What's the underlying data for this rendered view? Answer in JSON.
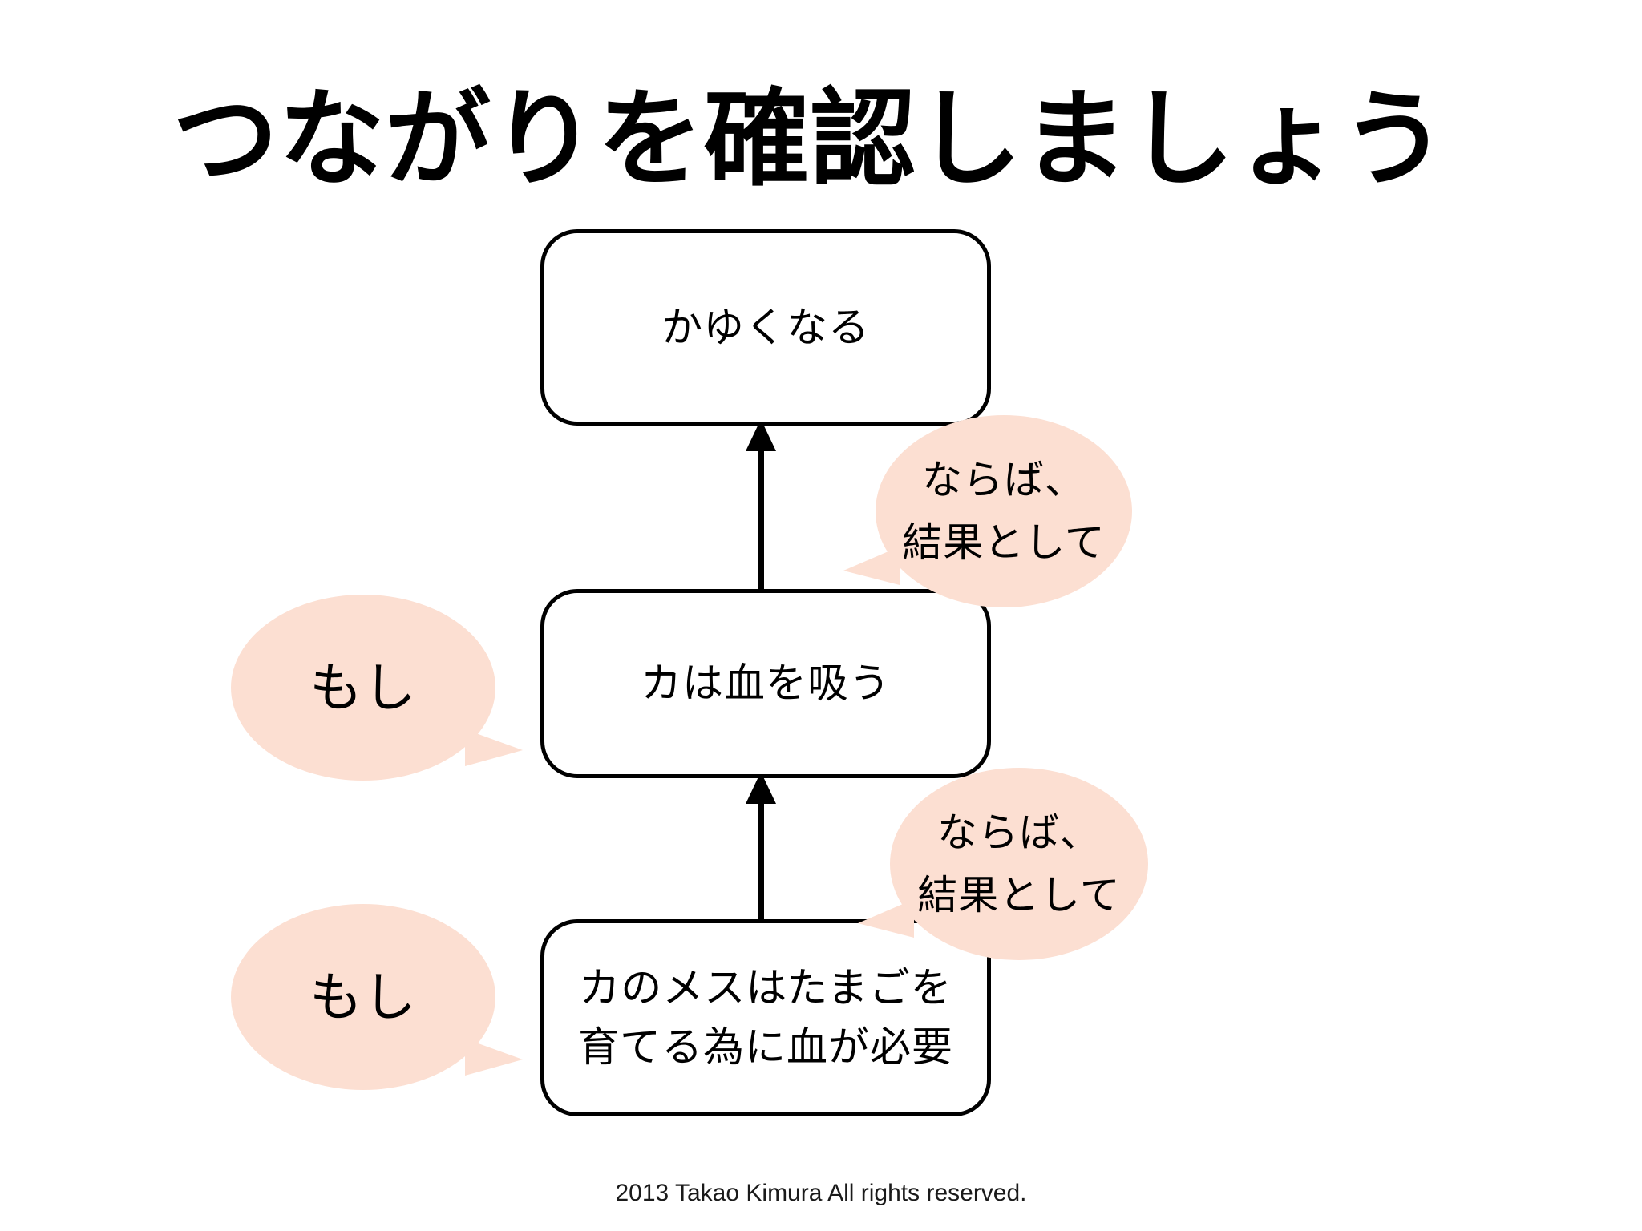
{
  "slide": {
    "title": "つながりを確認しましょう",
    "background_color": "#FFFFFF",
    "footer": "2013 Takao Kimura All rights reserved."
  },
  "colors": {
    "bubble_fill": "#FCDFD2",
    "box_stroke": "#000000",
    "text": "#000000"
  },
  "diagram": {
    "boxes": [
      {
        "id": "top",
        "label": "かゆくなる"
      },
      {
        "id": "middle",
        "label": "カは血を吸う"
      },
      {
        "id": "bottom",
        "label": "カのメスはたまごを\n育てる為に血が必要"
      }
    ],
    "arrows": [
      {
        "id": "bottom-to-middle",
        "direction": "up",
        "from": "bottom",
        "to": "middle"
      },
      {
        "id": "middle-to-top",
        "direction": "up",
        "from": "middle",
        "to": "top"
      }
    ],
    "bubbles": [
      {
        "id": "then-top",
        "label": "ならば、\n結果として",
        "side": "right"
      },
      {
        "id": "then-bottom",
        "label": "ならば、\n結果として",
        "side": "right"
      },
      {
        "id": "if-top",
        "label": "もし",
        "side": "left"
      },
      {
        "id": "if-bottom",
        "label": "もし",
        "side": "left"
      }
    ]
  }
}
